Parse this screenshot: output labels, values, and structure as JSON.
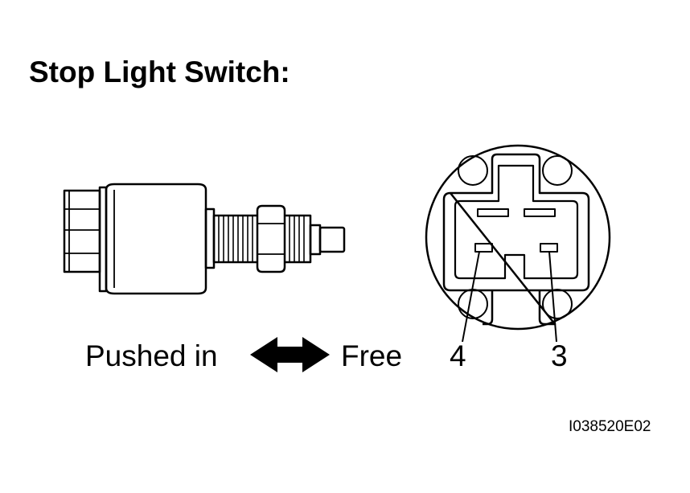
{
  "diagram": {
    "title": "Stop Light Switch:",
    "labels": {
      "pushed_in": "Pushed in",
      "free": "Free",
      "pin_4": "4",
      "pin_3": "3"
    },
    "figure_code": "I038520E02"
  }
}
